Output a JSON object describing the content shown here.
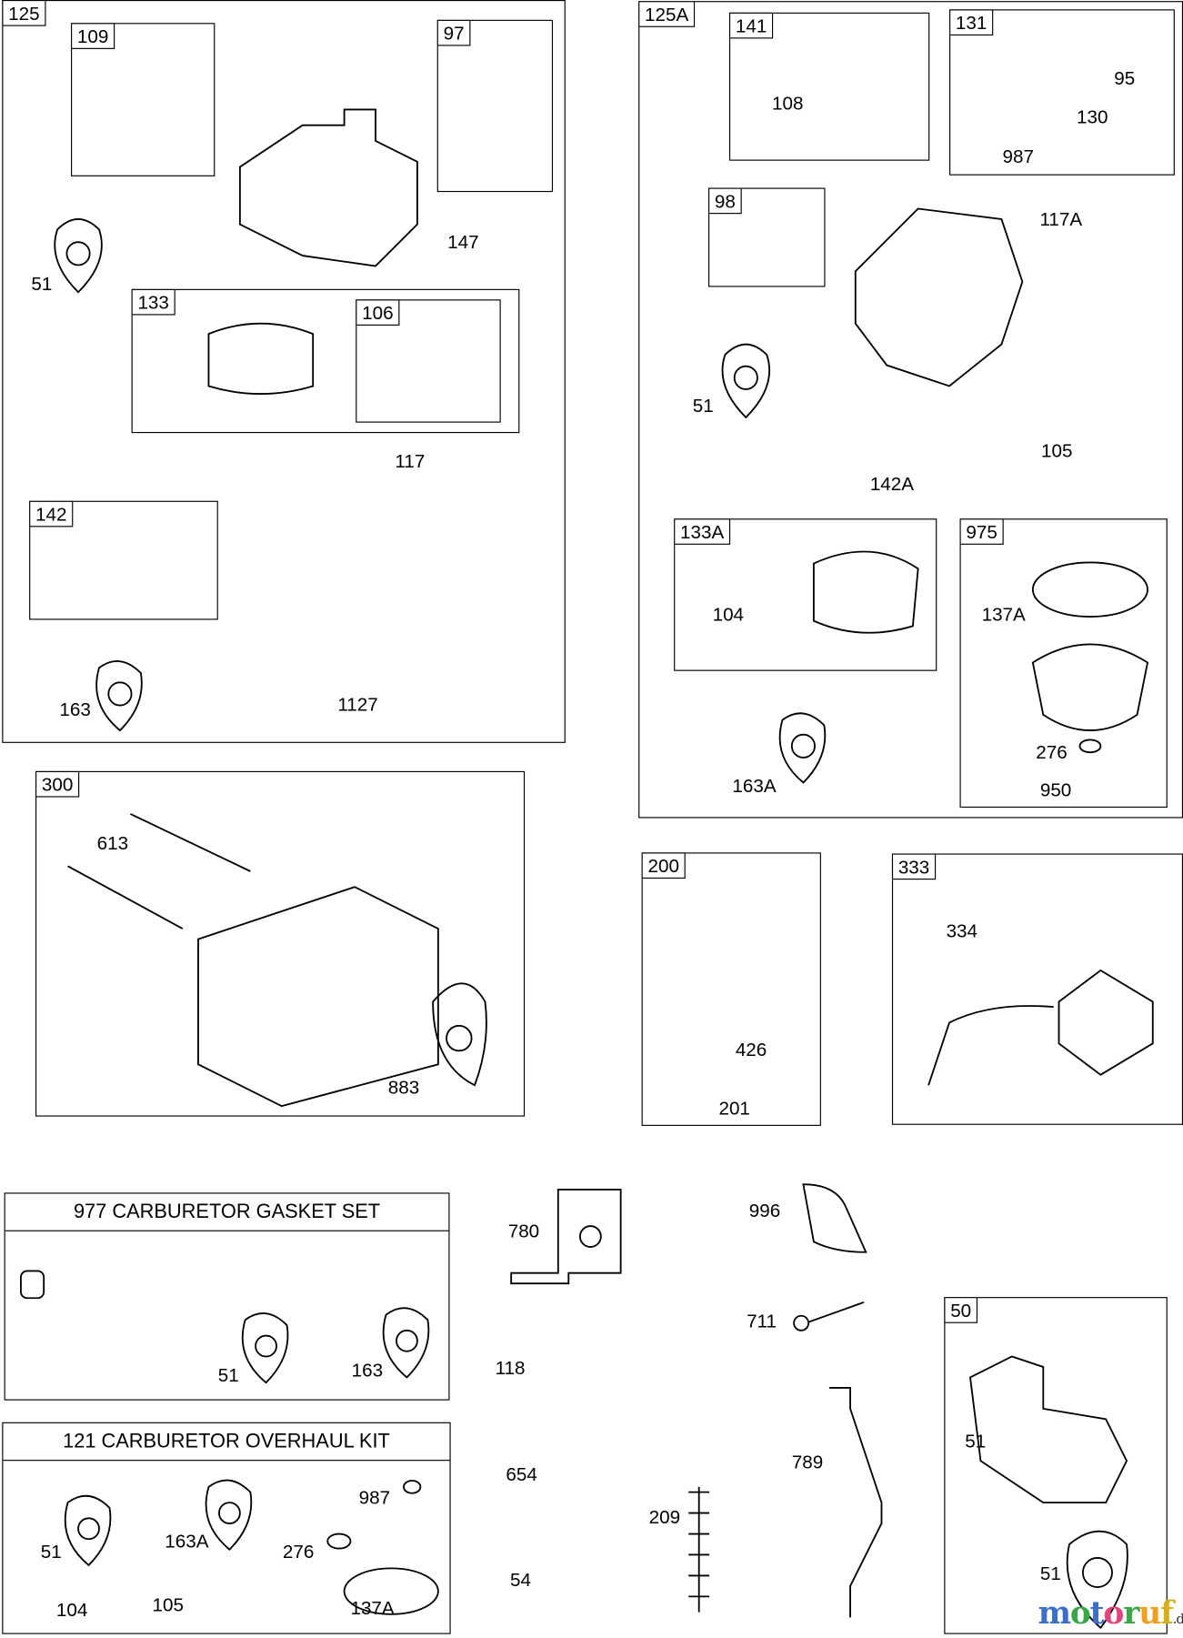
{
  "boxes": {
    "b125": "125",
    "b109": "109",
    "b97": "97",
    "b133": "133",
    "b106": "106",
    "b142": "142",
    "b125A": "125A",
    "b141": "141",
    "b131": "131",
    "b98": "98",
    "b133A": "133A",
    "b975": "975",
    "b300": "300",
    "b200": "200",
    "b333": "333",
    "b50": "50"
  },
  "kits": {
    "gasket_set": "977 CARBURETOR GASKET SET",
    "overhaul_kit": "121 CARBURETOR OVERHAUL KIT"
  },
  "callouts": {
    "c125_51": "51",
    "c147": "147",
    "c117": "117",
    "c1127": "1127",
    "c163": "163",
    "c108": "108",
    "c95": "95",
    "c130": "130",
    "c987": "987",
    "c117A": "117A",
    "c125A_51": "51",
    "c105": "105",
    "c142A": "142A",
    "c104": "104",
    "c137A": "137A",
    "c276": "276",
    "c950": "950",
    "c163A": "163A",
    "c613": "613",
    "c883": "883",
    "c426": "426",
    "c201": "201",
    "c334": "334",
    "k977_51": "51",
    "k977_163": "163",
    "k121_987": "987",
    "k121_51": "51",
    "k121_163A": "163A",
    "k121_276": "276",
    "k121_104": "104",
    "k121_105": "105",
    "k121_137A": "137A",
    "c780": "780",
    "c118": "118",
    "c654": "654",
    "c54": "54",
    "c209": "209",
    "c996": "996",
    "c711": "711",
    "c789": "789",
    "b50_51a": "51",
    "b50_51b": "51"
  },
  "watermark": {
    "brand": "motoruf",
    "tld": ".de",
    "colors": [
      "#3b6fc9",
      "#3aa64a",
      "#e0457b",
      "#f0a020"
    ]
  }
}
